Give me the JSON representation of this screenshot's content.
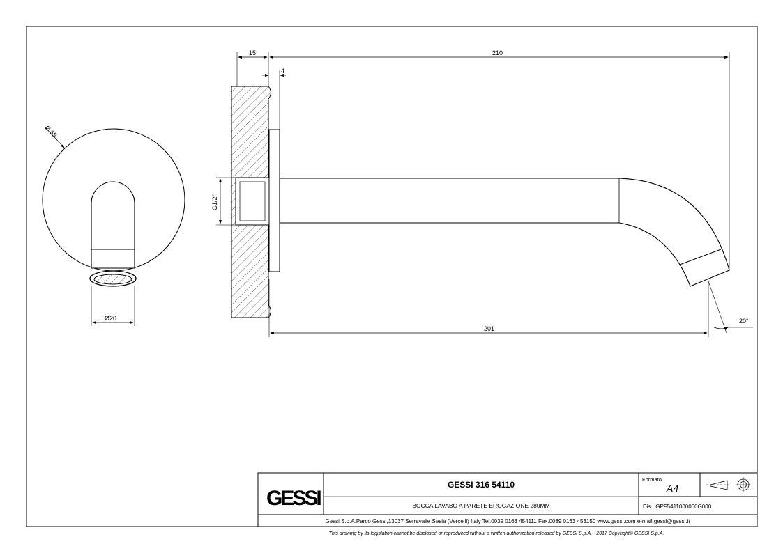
{
  "dimensions": {
    "wall_thickness": "15",
    "total_length": "210",
    "flange_thickness": "4",
    "flange_diameter": "Ø 65",
    "outlet_diameter": "Ø20",
    "thread": "G1/2\"",
    "projection": "201",
    "angle": "20°"
  },
  "title_block": {
    "logo": "GESSI",
    "product_code": "GESSI 316 54110",
    "description": "BOCCA LAVABO A PARETE EROGAZIONE 280MM",
    "format_label": "Formato",
    "format_value": "A4",
    "drawing_number": "Dis.: GPF5411000000G000",
    "company_line": "Gessi S.p.A.Parco Gessi,13037 Serravalle Sesia (Vercelli) Italy Tel.0039 0163 454111 Fax.0039 0163 453150 www.gessi.com e-mail:gessi@gessi.it",
    "copyright": "This drawing by its legislation cannot be disclosed or reproduced without a written authorization released by GESSI S.p.A. - 2017 Copyright© GESSI S.p.A."
  }
}
